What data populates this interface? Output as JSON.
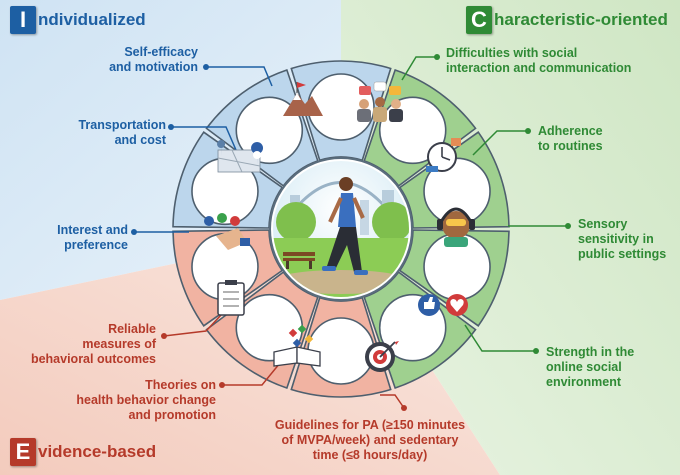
{
  "sections": {
    "individualized": {
      "letter": "I",
      "word": "ndividualized",
      "color": "#1d5fa3"
    },
    "characteristic": {
      "letter": "C",
      "word": "haracteristic-oriented",
      "color": "#2f8a35"
    },
    "evidence": {
      "letter": "E",
      "word": "vidence-based",
      "color": "#b53a2a"
    }
  },
  "labels": {
    "self_efficacy": [
      "Self-efficacy",
      "and motivation"
    ],
    "transportation": [
      "Transportation",
      "and cost"
    ],
    "interest": [
      "Interest and",
      "preference"
    ],
    "difficulties": [
      "Difficulties with social",
      "interaction and communication"
    ],
    "adherence": [
      "Adherence",
      "to routines"
    ],
    "sensory": [
      "Sensory",
      "sensitivity in",
      "public settings"
    ],
    "strength": [
      "Strength in the",
      "online social",
      "environment"
    ],
    "reliable": [
      "Reliable",
      "measures of",
      "behavioral outcomes"
    ],
    "theories": [
      "Theories on",
      "health behavior change",
      "and promotion"
    ],
    "guidelines": [
      "Guidelines for PA (≥150 minutes",
      "of MVPA/week) and sedentary",
      "time (≤8 hours/day)"
    ]
  },
  "colors": {
    "blue_bg": "#d7e8f5",
    "green_bg": "#d9ecd0",
    "red_bg": "#f6d9cf",
    "blue_seg": "#bcd6ec",
    "green_seg": "#9fd08f",
    "red_seg": "#f1b3a2"
  }
}
